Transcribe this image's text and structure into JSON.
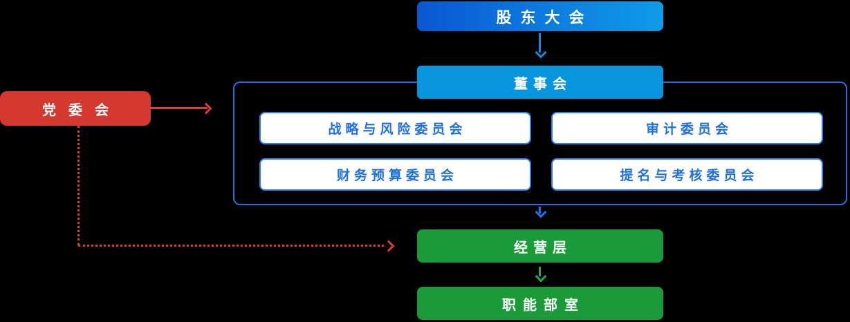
{
  "nodes": {
    "shareholders_meeting": {
      "label": "股东大会"
    },
    "board_of_directors": {
      "label": "董事会"
    },
    "committees": [
      {
        "label": "战略与风险委员会"
      },
      {
        "label": "审计委员会"
      },
      {
        "label": "财务预算委员会"
      },
      {
        "label": "提名与考核委员会"
      }
    ],
    "party_committee": {
      "label": "党委会"
    },
    "management_level": {
      "label": "经营层"
    },
    "functional_departments": {
      "label": "职能部室"
    }
  },
  "palette": {
    "background": "#000000",
    "shareholders_gradient_start": "#0a57d3",
    "shareholders_gradient_end": "#0f9ce8",
    "board_fill": "#0795dd",
    "group_border_blue": "#1f6fe8",
    "committee_border_blue": "#2b7ff2",
    "committee_text_blue": "#1e6fe0",
    "green_fill": "#1b9a3a",
    "green_arrow": "#2aa64a",
    "red_fill": "#d4382e",
    "red_arrow": "#d8402f",
    "blue_arrow": "#1a86dc",
    "text_white": "#ffffff"
  }
}
